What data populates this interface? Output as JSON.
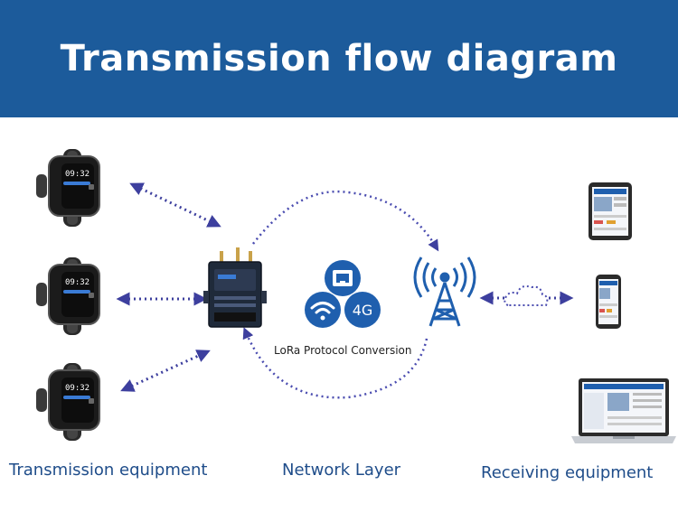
{
  "title": "Transmission flow diagram",
  "columns": {
    "transmission": "Transmission equipment",
    "network": "Network Layer",
    "receiving": "Receiving equipment"
  },
  "protocol_caption": "LoRa Protocol Conversion",
  "network_badge": "4G",
  "watch_time": "09:32",
  "colors": {
    "header": "#1c5b9b",
    "arrow": "#3d3f9e",
    "label": "#1f4d8a",
    "circle": "#1f5fae"
  },
  "icons": [
    "smartwatch-icon",
    "gateway-router-icon",
    "ethernet-icon",
    "wifi-icon",
    "cell-tower-icon",
    "cloud-icon",
    "tablet-icon",
    "phone-icon",
    "laptop-icon"
  ]
}
